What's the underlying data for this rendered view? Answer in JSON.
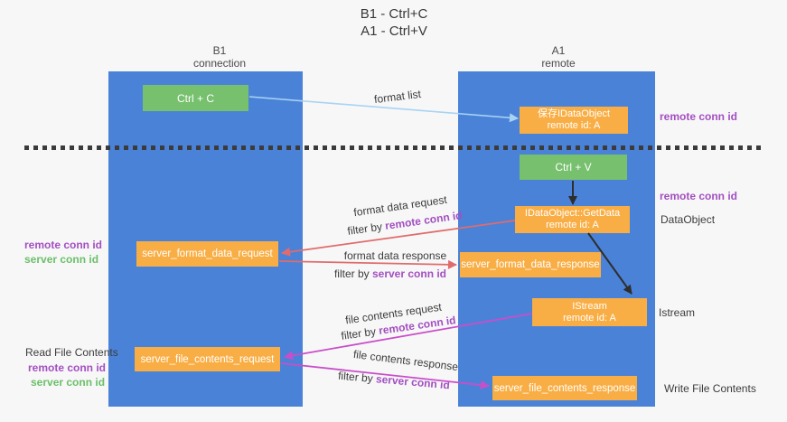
{
  "title": {
    "line1": "B1 - Ctrl+C",
    "line2": "A1 - Ctrl+V"
  },
  "lanes": {
    "left": {
      "title": "B1",
      "subtitle": "connection"
    },
    "right": {
      "title": "A1",
      "subtitle": "remote"
    }
  },
  "nodes": {
    "ctrl_c": {
      "label": "Ctrl + C"
    },
    "saved_dataobject": {
      "line1": "保存IDataObject",
      "line2": "remote id: A"
    },
    "ctrl_v": {
      "label": "Ctrl + V"
    },
    "getdata": {
      "line1": "IDataObject::GetData",
      "line2": "remote id: A"
    },
    "format_request": {
      "label": "server_format_data_request"
    },
    "format_response": {
      "label": "server_format_data_response"
    },
    "istream": {
      "line1": "IStream",
      "line2": "remote id: A"
    },
    "file_request": {
      "label": "server_file_contents_request"
    },
    "file_response": {
      "label": "server_file_contents_response"
    }
  },
  "edge_labels": {
    "format_list": "format list",
    "format_data_request": "format data request",
    "format_data_response": "format data response",
    "file_contents_request": "file contents request",
    "file_contents_response": "file contents response",
    "filter_by": "filter by ",
    "remote_conn_id": "remote conn id",
    "server_conn_id": "server conn id"
  },
  "annotations": {
    "remote_conn_id_top_right": "remote conn id",
    "remote_conn_id_mid_right": "remote conn id",
    "dataobject": "DataObject",
    "istream": "Istream",
    "write_file_contents": "Write File Contents",
    "remote_conn_id_mid_left": "remote conn id",
    "server_conn_id_mid_left": "server conn id",
    "read_file_contents": "Read File Contents",
    "remote_conn_id_bottom_left": "remote conn id",
    "server_conn_id_bottom_left": "server conn id"
  },
  "colors": {
    "lane_blue": "#4a82d8",
    "box_green": "#77c06e",
    "box_orange": "#f9ae45",
    "arrow_light_blue": "#a9d3f2",
    "arrow_black": "#2e2e2e",
    "arrow_red": "#e06c6c",
    "arrow_magenta": "#c94ec9",
    "text_purple": "#a34fc0",
    "text_green": "#6cbf69",
    "divider_dark": "#3b3b3b",
    "background": "#f7f7f8"
  }
}
